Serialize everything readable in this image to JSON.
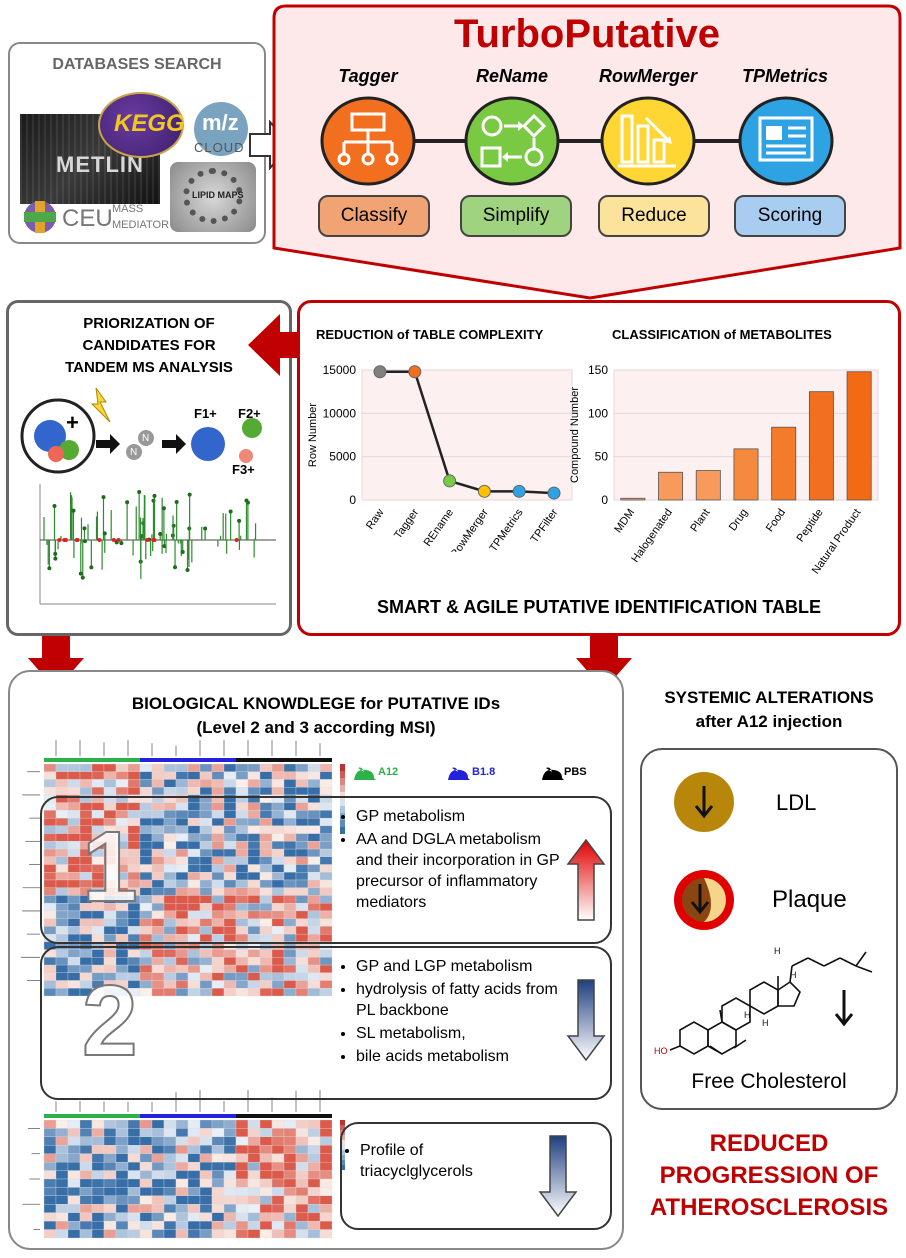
{
  "databases": {
    "title": "DATABASES SEARCH",
    "logos": [
      "METLIN",
      "KEGG",
      "m/z",
      "CLOUD",
      "CEU",
      "MASS",
      "MEDIATOR",
      "LIPID MAPS"
    ]
  },
  "turbo": {
    "title": "TurboPutative",
    "tools": [
      {
        "name": "Tagger",
        "label": "Classify",
        "color": "#f2a374",
        "circle": "#f26f1f",
        "icon": "hierarchy-icon"
      },
      {
        "name": "ReName",
        "label": "Simplify",
        "color": "#9fd37f",
        "circle": "#7ac943",
        "icon": "shapes-arrows-icon"
      },
      {
        "name": "RowMerger",
        "label": "Reduce",
        "color": "#fbe39b",
        "circle": "#ffd633",
        "icon": "bar-reduce-icon"
      },
      {
        "name": "TPMetrics",
        "label": "Scoring",
        "color": "#a9cdf0",
        "circle": "#2ea3e3",
        "icon": "document-icon"
      }
    ]
  },
  "priorization": {
    "title_lines": [
      "PRIORIZATION OF",
      "CANDIDATES FOR",
      "TANDEM MS ANALYSIS"
    ],
    "labels": {
      "n": "N",
      "f1": "F1+",
      "f2": "F2+",
      "f3": "F3+"
    }
  },
  "reduction": {
    "title1": "REDUCTION of TABLE COMPLEXITY",
    "title2": "CLASSIFICATION of METABOLITES",
    "footer": "SMART & AGILE PUTATIVE IDENTIFICATION TABLE"
  },
  "chart_data": [
    {
      "type": "line",
      "title": "REDUCTION of TABLE COMPLEXITY",
      "ylabel": "Row Number",
      "categories": [
        "Raw",
        "Tagger",
        "REname",
        "RowMerger",
        "TPMetrics",
        "TPFilter"
      ],
      "values": [
        14800,
        14800,
        2200,
        1000,
        1000,
        800
      ],
      "point_colors": [
        "#808080",
        "#f26f1f",
        "#7ac943",
        "#ffc000",
        "#2ea3e3",
        "#2ea3e3"
      ],
      "ylim": [
        0,
        15000
      ],
      "yticks": [
        0,
        5000,
        10000,
        15000
      ]
    },
    {
      "type": "bar",
      "title": "CLASSIFICATION of METABOLITES",
      "ylabel": "Compound Number",
      "categories": [
        "MDM",
        "Halogenated",
        "Plant",
        "Drug",
        "Food",
        "Peptide",
        "Natural Product"
      ],
      "values": [
        2,
        32,
        34,
        59,
        84,
        125,
        148
      ],
      "ylim": [
        0,
        150
      ],
      "yticks": [
        0,
        50,
        100,
        150
      ]
    }
  ],
  "biology": {
    "title1": "BIOLOGICAL KNOWDLEGE for PUTATIVE IDs",
    "title2": "(Level 2 and 3 according MSI)",
    "legend": [
      {
        "label": "A12",
        "color": "#2bb34a"
      },
      {
        "label": "B1.8",
        "color": "#2222dd"
      },
      {
        "label": "PBS",
        "color": "#000000"
      }
    ],
    "cluster1_number": "1",
    "cluster2_number": "2",
    "box1": [
      "GP metabolism",
      "AA and DGLA metabolism and their incorporation in GP precursor of inflammatory mediators"
    ],
    "box2": [
      "GP and LGP metabolism",
      "hydrolysis of fatty acids from PL backbone",
      "SL metabolism,",
      "bile acids metabolism"
    ],
    "box3": [
      "Profile of triacyclglycerols"
    ]
  },
  "systemic": {
    "title1": "SYSTEMIC ALTERATIONS",
    "title2": "after A12 injection",
    "items": [
      "LDL",
      "Plaque",
      "Free Cholesterol"
    ],
    "ho": "HO",
    "h": "H"
  },
  "conclusion": {
    "lines": [
      "REDUCED",
      "PROGRESSION OF",
      "ATHEROSCLEROSIS"
    ],
    "color": "#c00000"
  }
}
